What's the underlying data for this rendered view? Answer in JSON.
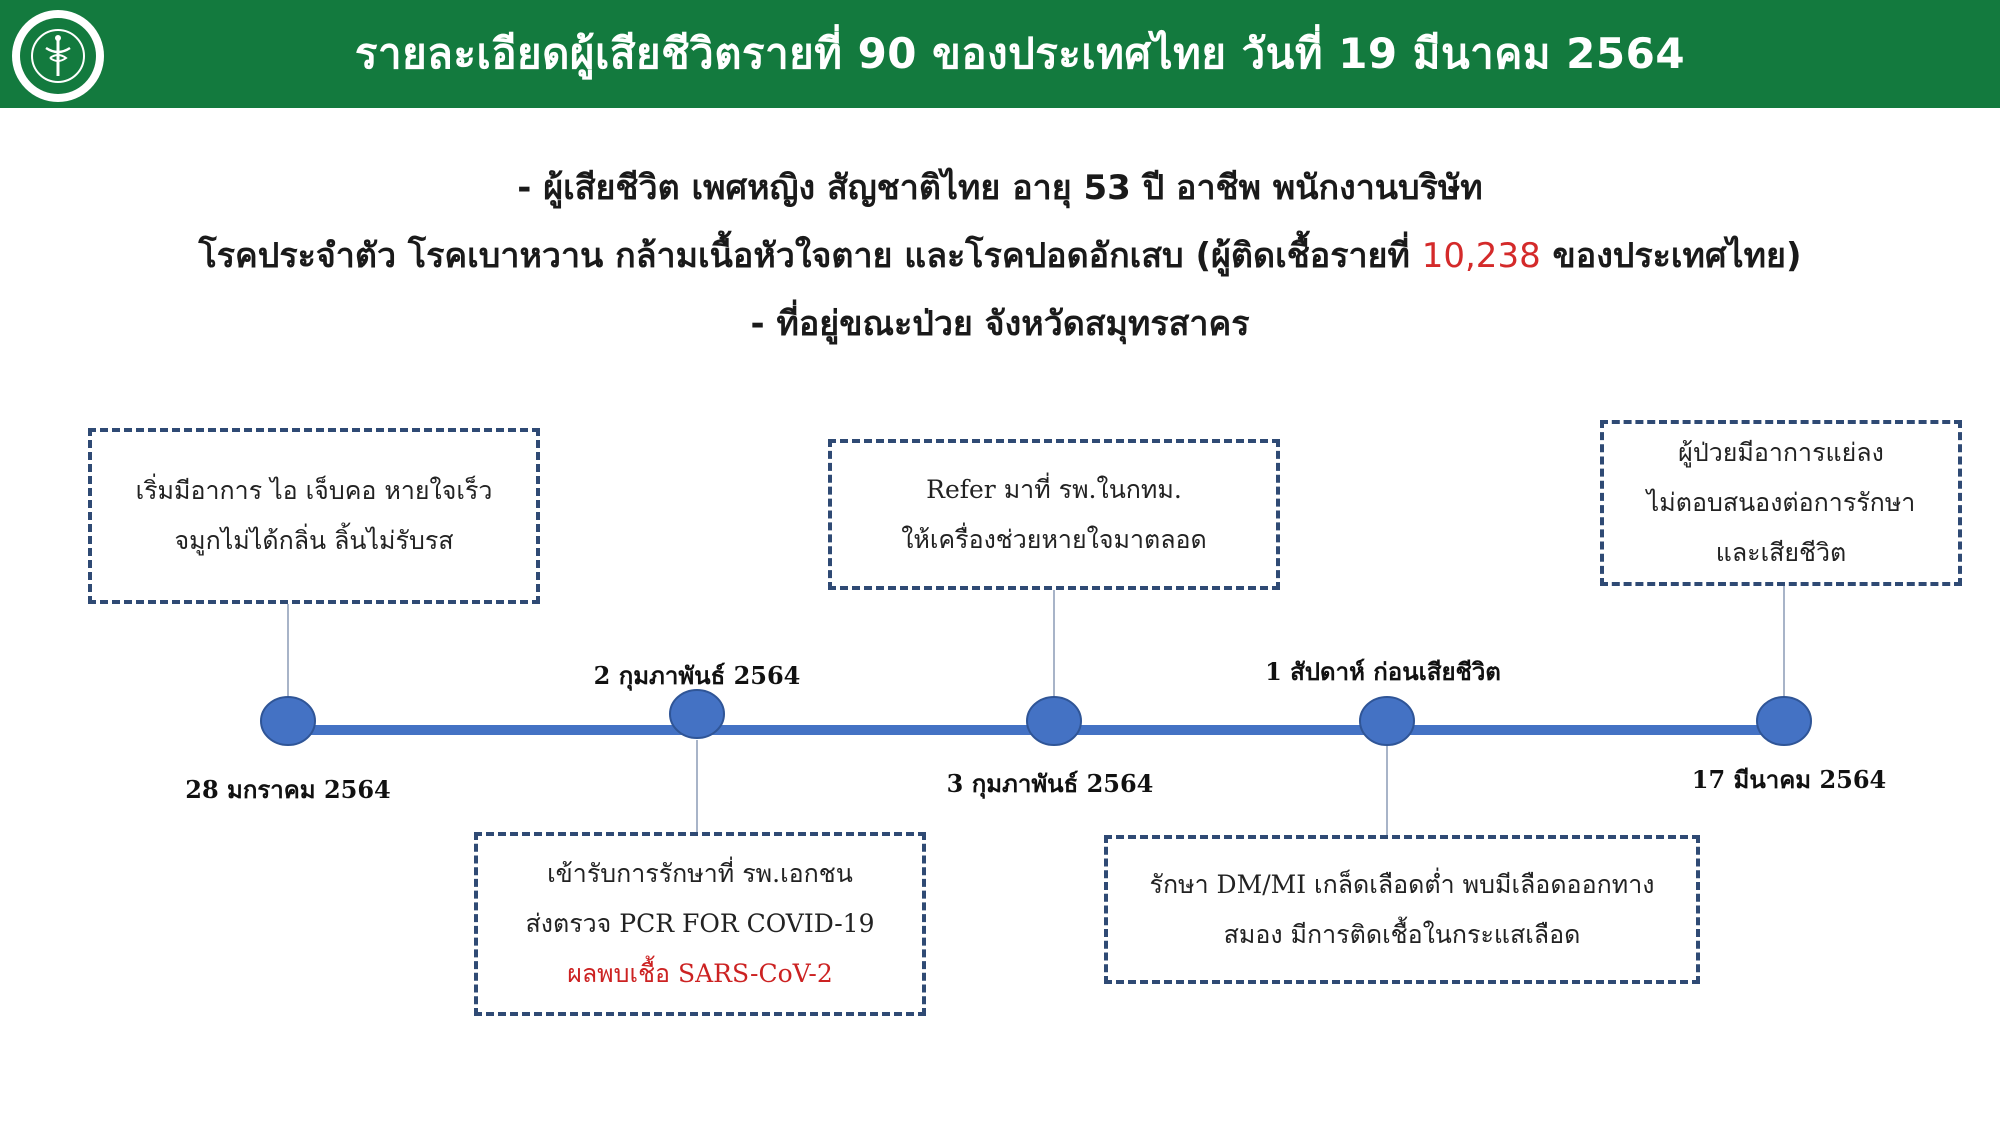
{
  "header": {
    "title": "รายละเอียดผู้เสียชีวิตรายที่ 90 ของประเทศไทย วันที่ 19 มีนาคม 2564",
    "logo_icon": "ministry-of-public-health-logo",
    "bg_color": "#137a3e"
  },
  "summary": {
    "line1": "- ผู้เสียชีวิต เพศหญิง สัญชาติไทย อายุ 53 ปี อาชีพ พนักงานบริษัท",
    "line2_pre": "โรคประจำตัว โรคเบาหวาน กล้ามเนื้อหัวใจตาย และโรคปอดอักเสบ (ผู้ติดเชื้อรายที่ ",
    "line2_highlight": "10,238",
    "line2_post": " ของประเทศไทย)",
    "line3": "- ที่อยู่ขณะป่วย จังหวัดสมุทรสาคร"
  },
  "timeline": {
    "line_color": "#4472c4",
    "events": [
      {
        "date": "28 มกราคม 2564",
        "box_lines": [
          "เริ่มมีอาการ ไอ เจ็บคอ หายใจเร็ว",
          "จมูกไม่ได้กลิ่น  ลิ้นไม่รับรส"
        ]
      },
      {
        "date": "2 กุมภาพันธ์ 2564",
        "box_lines": [
          "เข้ารับการรักษาที่ รพ.เอกชน",
          "ส่งตรวจ  PCR FOR COVID-19"
        ],
        "box_red_line": "ผลพบเชื้อ SARS-CoV-2"
      },
      {
        "date": "3 กุมภาพันธ์ 2564",
        "box_lines": [
          "Refer มาที่ รพ.ในกทม.",
          "ให้เครื่องช่วยหายใจมาตลอด"
        ]
      },
      {
        "date": "1 สัปดาห์ ก่อนเสียชีวิต",
        "box_lines": [
          "รักษา DM/MI เกล็ดเลือดต่ำ พบมีเลือดออกทาง",
          "สมอง มีการติดเชื้อในกระแสเลือด"
        ]
      },
      {
        "date": "17 มีนาคม 2564",
        "box_lines": [
          "ผู้ป่วยมีอาการแย่ลง",
          "ไม่ตอบสนองต่อการรักษา",
          "และเสียชีวิต"
        ]
      }
    ]
  }
}
